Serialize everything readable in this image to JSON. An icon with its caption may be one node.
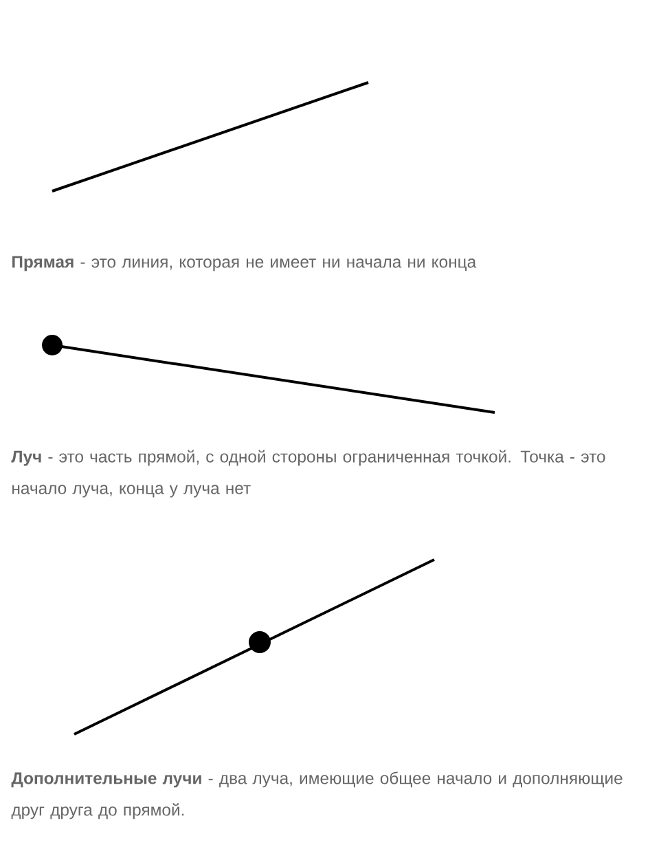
{
  "diagram": {
    "labels": [
      "**Прямая** - это линия, которая не имеет ни начала ни конца",
      "**Луч** - это часть прямой, с одной стороны ограниченная точкой. Точка - это начало луча, конца у луча нет",
      "**Дополнительные лучи** - два луча, имеющие общее начало и дополняющие друг друга до прямой."
    ]
  }
}
